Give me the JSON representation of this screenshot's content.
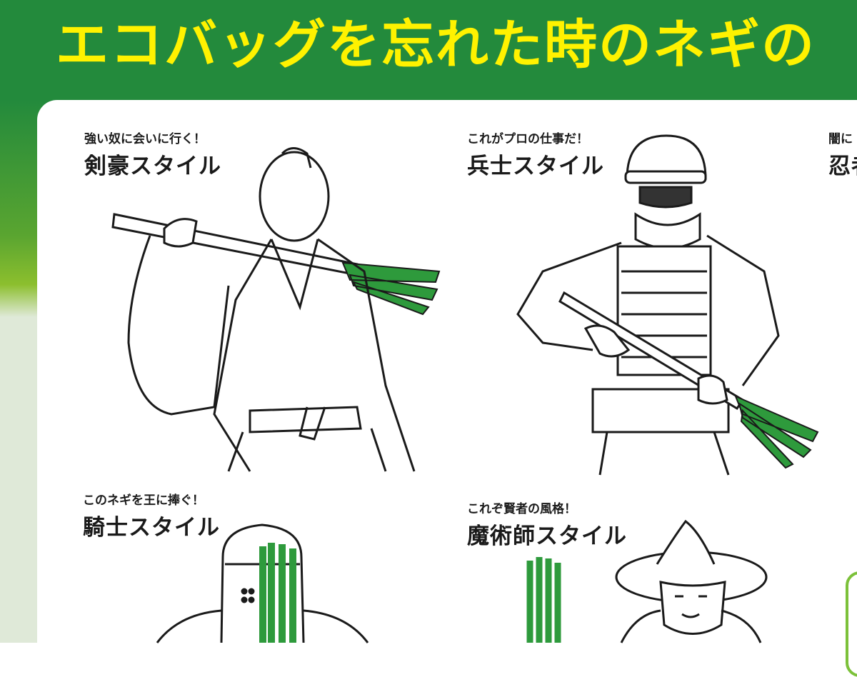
{
  "title": "エコバッグを忘れた時のネギの",
  "colors": {
    "header": "#238a3c",
    "title": "#fff200",
    "leek_green": "#2e9a3c",
    "accent_lime": "#7cc13a"
  },
  "styles": [
    {
      "tagline": "強い奴に会いに行く！",
      "name": "剣豪スタイル"
    },
    {
      "tagline": "これがプロの仕事だ！",
      "name": "兵士スタイル"
    },
    {
      "tagline": "闇に",
      "name": "忍者"
    },
    {
      "tagline": "このネギを王に捧ぐ！",
      "name": "騎士スタイル"
    },
    {
      "tagline": "これぞ賢者の風格！",
      "name": "魔術師スタイル"
    }
  ]
}
